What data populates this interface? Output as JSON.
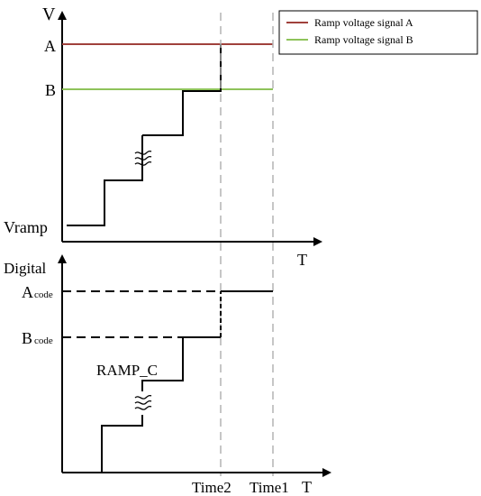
{
  "top": {
    "y_axis_label": "V",
    "x_axis_label": "T",
    "level_a_label": "A",
    "level_b_label": "B",
    "start_label": "Vramp"
  },
  "bottom": {
    "y_axis_label": "Digital",
    "x_axis_label": "T",
    "a_code_main": "A",
    "a_code_sub": "code",
    "b_code_main": "B",
    "b_code_sub": "code",
    "ramp_label": "RAMP_C"
  },
  "time_labels": {
    "time2": "Time2",
    "time1": "Time1"
  },
  "legend": [
    {
      "label": "Ramp voltage signal A",
      "color": "#a0413c"
    },
    {
      "label": "Ramp voltage signal B",
      "color": "#8ec35a"
    }
  ]
}
